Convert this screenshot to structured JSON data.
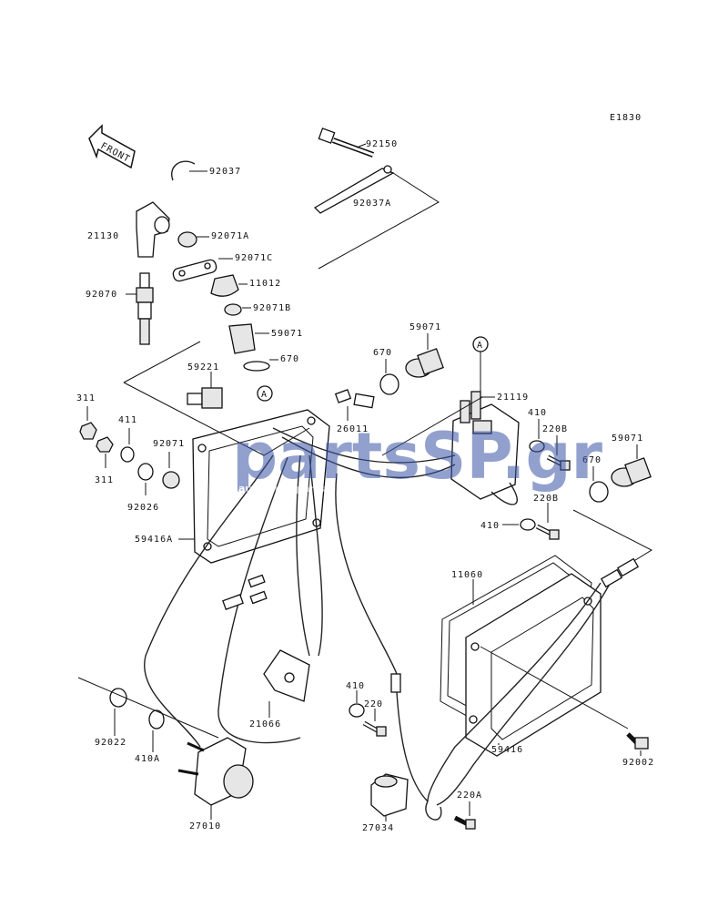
{
  "diagram_code": "E1830",
  "front_label": "FRONT",
  "callout_marker": "A",
  "watermark": {
    "brand": "partsSP.gr",
    "tagline": "authentic parts",
    "color": "#3a54a6"
  },
  "part_labels": {
    "p92150": "92150",
    "p92037": "92037",
    "p92037A": "92037A",
    "p21130": "21130",
    "p92071A": "92071A",
    "p92071C": "92071C",
    "p11012": "11012",
    "p92070": "92070",
    "p92071B": "92071B",
    "p59071_top": "59071",
    "p670_top": "670",
    "p59221": "59221",
    "p59071_mid": "59071",
    "p670_mid": "670",
    "p21119": "21119",
    "p311_a": "311",
    "p411": "411",
    "p311_b": "311",
    "p92071": "92071",
    "p26011": "26011",
    "p92026": "92026",
    "p410_top": "410",
    "p220B_top": "220B",
    "p59071_right": "59071",
    "p670_right": "670",
    "p59416A": "59416A",
    "p220B_mid": "220B",
    "p410_mid": "410",
    "p11060": "11060",
    "p410_low": "410",
    "p220": "220",
    "p92022": "92022",
    "p21066": "21066",
    "p410A": "410A",
    "p59416": "59416",
    "p92002": "92002",
    "p27010": "27010",
    "p27034": "27034",
    "p220A": "220A"
  }
}
